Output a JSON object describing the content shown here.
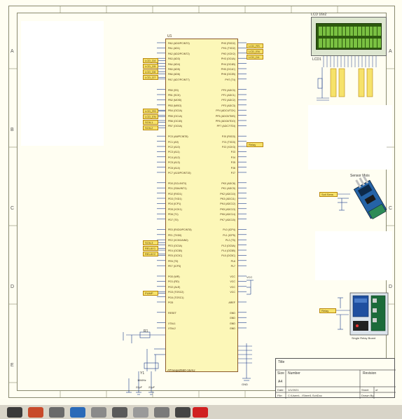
{
  "zones": {
    "left": [
      "A",
      "B",
      "C",
      "D",
      "E"
    ],
    "right": [
      "A",
      "B",
      "C",
      "D",
      "E"
    ]
  },
  "mcu": {
    "ref": "U1",
    "part": "ATmega2560-16AU",
    "left_pins": [
      "PA0 (AD0/PCINT0)",
      "PA1 (AD1)",
      "PA2 (AD2/PCINT2)",
      "PA3 (AD3)",
      "PA4 (AD4)",
      "PA5 (AD5)",
      "PA6 (AD6)",
      "PA7 (AD7/PCINT7)",
      "",
      "PB0 (SS)",
      "PB1 (SCK)",
      "PB2 (MOSI)",
      "PB3 (MISO)",
      "PB4 (OC2A)",
      "PB5 (OC1A)",
      "PB6 (OC1B)",
      "PB7 (OC0A)",
      "",
      "PC0 (A8/PCINT8)",
      "PC1 (A9)",
      "PC2 (A10)",
      "PC3 (A11)",
      "PC4 (A12)",
      "PC5 (A13)",
      "PC6 (A14)",
      "PC7 (A15/PCINT15)",
      "",
      "PD0 (SCL/INT0)",
      "PD1 (SDA/INT1)",
      "PD2 (RXD1)",
      "PD3 (TXD1)",
      "PD4 (ICP1)",
      "PD5 (XCK1)",
      "PD6 (T1)",
      "PD7 (T0)",
      "",
      "PE0 (RXD0/PCINT8)",
      "PE1 (TXD0)",
      "PE2 (XCK0/AIN0)",
      "PE3 (OC3A)",
      "PE4 (OC3B)",
      "PE5 (OC3C)",
      "PE6 (T3)",
      "PE7 (ICP3)",
      "",
      "PG0 (WR)",
      "PG1 (RD)",
      "PG2 (ALE)",
      "PG3 (TOSC2)",
      "PG4 (TOSC1)",
      "PG5",
      "",
      "RESET",
      "",
      "XTAL1",
      "XTAL2"
    ],
    "right_pins": [
      "PH0 (RXD2)",
      "PH1 (TXD2)",
      "PH2 (XCK2)",
      "PH3 (OC4A)",
      "PH4 (OC4B)",
      "PH5 (OC4C)",
      "PH6 (OC2B)",
      "PH7 (T4)",
      "",
      "PF0 (ADC0)",
      "PF1 (ADC1)",
      "PF2 (ADC2)",
      "PF3 (ADC3)",
      "PF4 (ADC4/TCK)",
      "PF5 (ADC5/TMS)",
      "PF6 (ADC6/TDO)",
      "PF7 (ADC7/TDI)",
      "",
      "PJ0 (RXD3)",
      "PJ1 (TXD3)",
      "PJ2 (XCK3)",
      "PJ3",
      "PJ4",
      "PJ5",
      "PJ6",
      "PJ7",
      "",
      "PK0 (ADC8)",
      "PK1 (ADC9)",
      "PK2 (ADC10)",
      "PK3 (ADC11)",
      "PK4 (ADC12)",
      "PK5 (ADC13)",
      "PK6 (ADC14)",
      "PK7 (ADC15)",
      "",
      "PL0 (ICP4)",
      "PL1 (ICP5)",
      "PL2 (T5)",
      "PL3 (OC5A)",
      "PL4 (OC5B)",
      "PL5 (OC5C)",
      "PL6",
      "PL7",
      "",
      "VCC",
      "VCC",
      "VCC",
      "VCC",
      "",
      "AREF",
      "",
      "GND",
      "GND",
      "GND",
      "GND"
    ]
  },
  "net_flags": {
    "left": [
      "LCD_D4",
      "LCD_D5",
      "LCD_D6",
      "LCD_D7",
      "LCD_RS",
      "LCD_EN",
      "SOIL1",
      "SOIL2",
      "SOIL3",
      "RELAY1",
      "RELAY2",
      "PUMP"
    ],
    "right": [
      "LCD_RS",
      "LCD_EN",
      "LCD_D4",
      "Relay"
    ],
    "sensor": "Soil Sens",
    "relay": "Relay"
  },
  "components": {
    "lcd_title": "LCD 16x2",
    "lcd_ref": "LCD1",
    "sensor_title": "Sensor Mois",
    "relay_title": "Single Relay Board",
    "crystal_ref": "Y1",
    "crystal_value": "16MHz",
    "cap1": "22pF",
    "cap2": "22pF",
    "reset_ref": "R1",
    "vcc": "VCC",
    "gnd": "GND"
  },
  "title_block": {
    "title_label": "Title",
    "size_label": "Size",
    "size_value": "A4",
    "number_label": "Number",
    "revision_label": "Revision",
    "date_label": "Date:",
    "date_value": "1/1/2021",
    "file_label": "File:",
    "file_value": "C:\\Users\\...\\Sheet1.SchDoc",
    "sheet_label": "Sheet",
    "sheet_of": "of",
    "drawn_label": "Drawn By:"
  },
  "colors": {
    "mcu_fill": "#fcf7b8",
    "mcu_border": "#8b5a2b",
    "net_flag": "#f6e26a",
    "wire": "#1a3a8a",
    "lcd_green": "#7ac142",
    "lcd_dark": "#2d5a0e",
    "relay_blue": "#2563a6",
    "sensor_green": "#2e8b57"
  }
}
